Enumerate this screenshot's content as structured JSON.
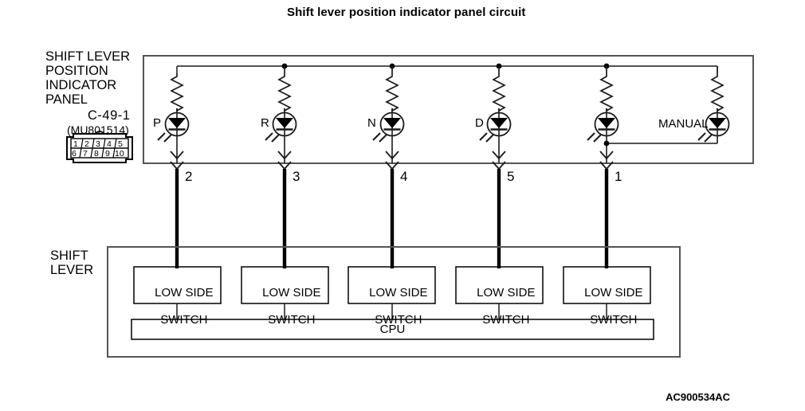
{
  "title": "Shift lever position indicator panel circuit",
  "reference_code": "AC900534AC",
  "panel": {
    "label_lines": [
      "SHIFT LEVER",
      "POSITION",
      "INDICATOR",
      "PANEL"
    ],
    "connector_code": "C-49-1",
    "connector_part": "(MU801514)",
    "connector_pins_top": [
      "1",
      "2",
      "3",
      "4",
      "5"
    ],
    "connector_pins_bottom": [
      "6",
      "7",
      "8",
      "9",
      "10"
    ],
    "leds": [
      {
        "label": "P",
        "pin": "2"
      },
      {
        "label": "R",
        "pin": "3"
      },
      {
        "label": "N",
        "pin": "4"
      },
      {
        "label": "D",
        "pin": "5"
      },
      {
        "label": "",
        "pin": "1"
      }
    ],
    "manual_label": "MANUAL"
  },
  "shift_lever": {
    "label_lines": [
      "SHIFT",
      "LEVER"
    ],
    "switch_label_line1": "LOW SIDE",
    "switch_label_line2": "SWITCH",
    "switches": [
      {
        "id": "switch-1"
      },
      {
        "id": "switch-2"
      },
      {
        "id": "switch-3"
      },
      {
        "id": "switch-4"
      },
      {
        "id": "switch-5"
      }
    ],
    "cpu_label": "CPU"
  },
  "colors": {
    "line": "#000000",
    "background": "#ffffff"
  }
}
